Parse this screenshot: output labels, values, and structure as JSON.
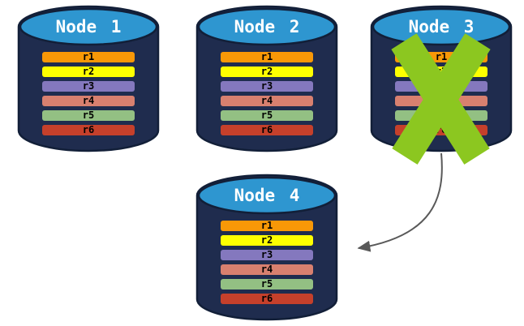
{
  "nodes": [
    {
      "title": "Node 1",
      "crossed": false
    },
    {
      "title": "Node 2",
      "crossed": false
    },
    {
      "title": "Node 3",
      "crossed": true
    },
    {
      "title": "Node 4",
      "crossed": false
    }
  ],
  "rows": [
    {
      "label": "r1",
      "color": "#F89807"
    },
    {
      "label": "r2",
      "color": "#FEFF00"
    },
    {
      "label": "r3",
      "color": "#8478BE"
    },
    {
      "label": "r4",
      "color": "#D8806F"
    },
    {
      "label": "r5",
      "color": "#93C083"
    },
    {
      "label": "r6",
      "color": "#C5402B"
    }
  ],
  "edge": {
    "from": "Node 3",
    "to": "Node 4"
  },
  "icons": {
    "cylinder": "database-cylinder-icon",
    "cross": "x-mark-icon",
    "arrow": "curved-arrow-icon"
  },
  "colors": {
    "cylinder_body": "#1F2C4E",
    "cylinder_outline": "#121F38",
    "cylinder_top": "#2E96D0",
    "title_text": "#FFFFFF",
    "row_text": "#000000",
    "cross": "#8CC720",
    "arrow": "#595959",
    "background": "#FFFFFF"
  }
}
